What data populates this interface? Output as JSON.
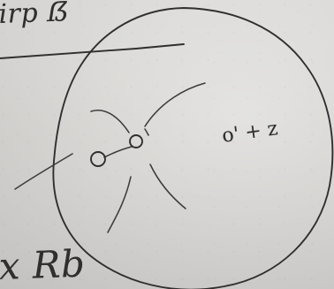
{
  "sheet": {
    "top_note": "irp ẞ",
    "bottom_note": "x Rb",
    "center_marks": "o' + z"
  },
  "colors": {
    "paper": "#d3d2cf",
    "ink": "#2f2f2f"
  },
  "icons": {
    "circle": "circle-icon",
    "charge": "charge-icon",
    "force": "force-line-icon"
  }
}
